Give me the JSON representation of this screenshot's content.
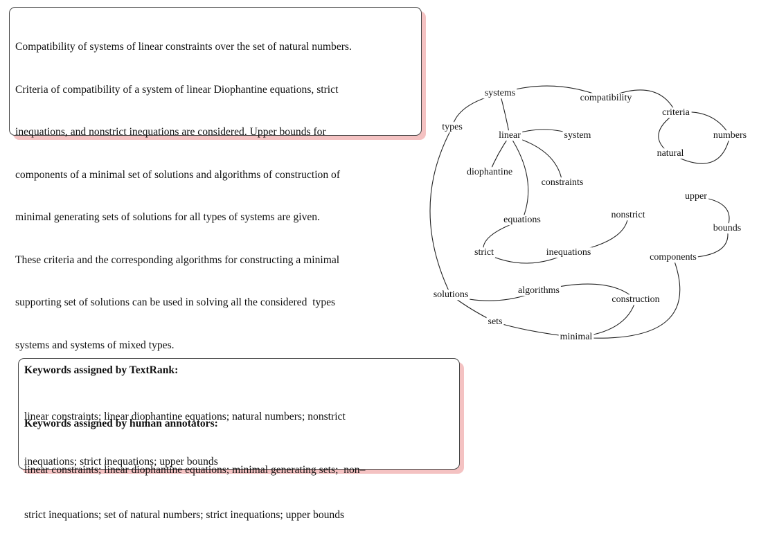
{
  "abstract": {
    "lines": [
      "Compatibility of systems of linear constraints over the set of natural numbers.",
      "Criteria of compatibility of a system of linear Diophantine equations, strict",
      "inequations, and nonstrict inequations are considered. Upper bounds for",
      "components of a minimal set of solutions and algorithms of construction of",
      "minimal generating sets of solutions for all types of systems are given.",
      "These criteria and the corresponding algorithms for constructing a minimal",
      "supporting set of solutions can be used in solving all the considered  types",
      "systems and systems of mixed types."
    ]
  },
  "keywords": {
    "textrank_heading": "Keywords assigned by TextRank:",
    "textrank_lines": [
      "linear constraints; linear diophantine equations; natural numbers; nonstrict",
      "inequations; strict inequations; upper bounds"
    ],
    "human_heading": "Keywords assigned by human annotators:",
    "human_lines": [
      "linear constraints; linear diophantine equations; minimal generating sets;  non–",
      "strict inequations; set of natural numbers; strict inequations; upper bounds"
    ]
  },
  "graph": {
    "nodes": [
      {
        "id": "systems",
        "label": "systems"
      },
      {
        "id": "compatibility",
        "label": "compatibility"
      },
      {
        "id": "criteria",
        "label": "criteria"
      },
      {
        "id": "numbers",
        "label": "numbers"
      },
      {
        "id": "natural",
        "label": "natural"
      },
      {
        "id": "types",
        "label": "types"
      },
      {
        "id": "linear",
        "label": "linear"
      },
      {
        "id": "system",
        "label": "system"
      },
      {
        "id": "diophantine",
        "label": "diophantine"
      },
      {
        "id": "constraints",
        "label": "constraints"
      },
      {
        "id": "upper",
        "label": "upper"
      },
      {
        "id": "nonstrict",
        "label": "nonstrict"
      },
      {
        "id": "bounds",
        "label": "bounds"
      },
      {
        "id": "equations",
        "label": "equations"
      },
      {
        "id": "strict",
        "label": "strict"
      },
      {
        "id": "inequations",
        "label": "inequations"
      },
      {
        "id": "components",
        "label": "components"
      },
      {
        "id": "algorithms",
        "label": "algorithms"
      },
      {
        "id": "solutions",
        "label": "solutions"
      },
      {
        "id": "construction",
        "label": "construction"
      },
      {
        "id": "sets",
        "label": "sets"
      },
      {
        "id": "minimal",
        "label": "minimal"
      }
    ],
    "edges": [
      [
        "systems",
        "compatibility"
      ],
      [
        "compatibility",
        "criteria"
      ],
      [
        "criteria",
        "numbers"
      ],
      [
        "criteria",
        "natural"
      ],
      [
        "natural",
        "numbers"
      ],
      [
        "systems",
        "types"
      ],
      [
        "systems",
        "linear"
      ],
      [
        "types",
        "solutions"
      ],
      [
        "linear",
        "system"
      ],
      [
        "linear",
        "diophantine"
      ],
      [
        "linear",
        "constraints"
      ],
      [
        "linear",
        "equations"
      ],
      [
        "equations",
        "strict"
      ],
      [
        "strict",
        "inequations"
      ],
      [
        "inequations",
        "nonstrict"
      ],
      [
        "upper",
        "bounds"
      ],
      [
        "bounds",
        "components"
      ],
      [
        "components",
        "minimal"
      ],
      [
        "solutions",
        "algorithms"
      ],
      [
        "solutions",
        "sets"
      ],
      [
        "algorithms",
        "construction"
      ],
      [
        "construction",
        "minimal"
      ],
      [
        "sets",
        "minimal"
      ]
    ]
  }
}
